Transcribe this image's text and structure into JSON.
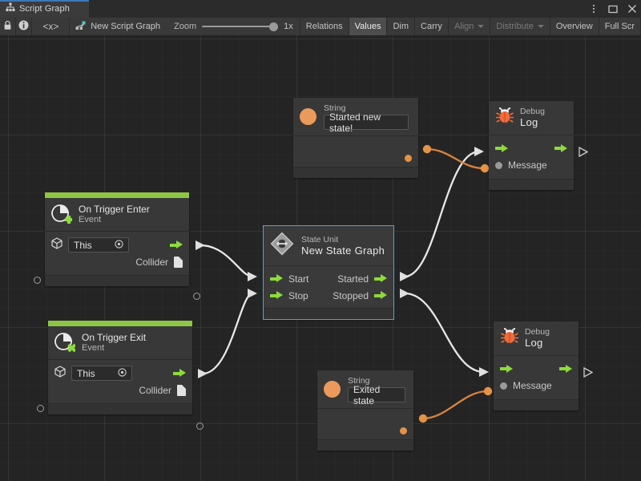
{
  "window": {
    "tab_title": "Script Graph",
    "tab_icon": "hierarchy-icon",
    "controls": {
      "menu": "⋮",
      "maximize": "□",
      "close": "✕"
    }
  },
  "toolbar": {
    "lock_icon": "lock-icon",
    "info_icon": "info-icon",
    "code_icon": "<x>",
    "graph_name": "New Script Graph",
    "zoom_label": "Zoom",
    "zoom_value": "1x",
    "buttons": [
      {
        "label": "Relations",
        "state": "normal"
      },
      {
        "label": "Values",
        "state": "active"
      },
      {
        "label": "Dim",
        "state": "normal"
      },
      {
        "label": "Carry",
        "state": "normal"
      },
      {
        "label": "Align",
        "state": "dim",
        "caret": true
      },
      {
        "label": "Distribute",
        "state": "dim",
        "caret": true
      },
      {
        "label": "Overview",
        "state": "normal"
      },
      {
        "label": "Full Scr",
        "state": "normal"
      }
    ]
  },
  "colors": {
    "accent_blue": "#3a79bb",
    "event_green": "#8ec544",
    "flow_green": "#8ddb3c",
    "string_orange": "#e59246",
    "selection_blue": "#49a7dd",
    "canvas_bg": "#242424",
    "node_bg": "#383838"
  },
  "nodes": {
    "string_top": {
      "title": "String",
      "icon": "string-orange-circle-icon",
      "value": "Started new state!"
    },
    "debug_log_top": {
      "title": "Debug",
      "subtitle": "Log",
      "icon": "bug-icon",
      "input_port": "Message"
    },
    "on_trigger_enter": {
      "title": "On Trigger Enter",
      "subtitle": "Event",
      "icon": "event-enter-icon",
      "target_value": "This",
      "target_icon": "cube-icon",
      "picker_icon": "target-circle-icon",
      "output_port": "Collider",
      "output_icon": "document-icon"
    },
    "state_unit": {
      "title": "State Unit",
      "subtitle": "New  State  Graph",
      "icon": "state-diamond-icon",
      "selected": true,
      "inputs": [
        "Start",
        "Stop"
      ],
      "outputs": [
        "Started",
        "Stopped"
      ]
    },
    "on_trigger_exit": {
      "title": "On Trigger Exit",
      "subtitle": "Event",
      "icon": "event-exit-icon",
      "target_value": "This",
      "target_icon": "cube-icon",
      "picker_icon": "target-circle-icon",
      "output_port": "Collider",
      "output_icon": "document-icon"
    },
    "string_bottom": {
      "title": "String",
      "icon": "string-orange-circle-icon",
      "value": "Exited state"
    },
    "debug_log_bottom": {
      "title": "Debug",
      "subtitle": "Log",
      "icon": "bug-icon",
      "input_port": "Message"
    }
  }
}
